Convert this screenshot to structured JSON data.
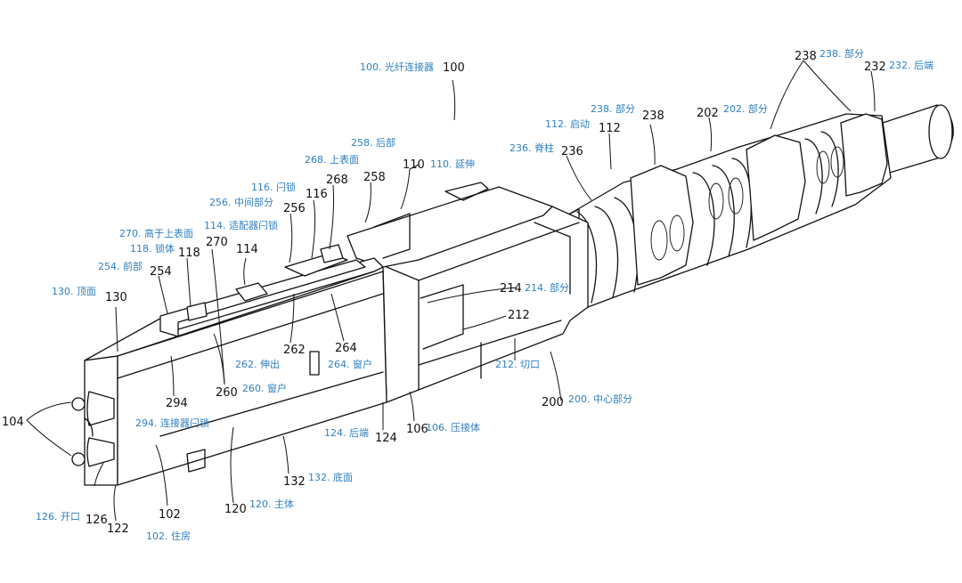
{
  "labels": {
    "l100_cn": "100. 光纤连接器",
    "l100": "100",
    "l258_cn": "258. 后部",
    "l258": "258",
    "l268_cn": "268. 上表面",
    "l268": "268",
    "l110": "110",
    "l110_cn": "110. 延伸",
    "l116_cn": "116. 闩锁",
    "l116": "116",
    "l256_cn": "256. 中间部分",
    "l256": "256",
    "l114_cn": "114. 适配器闩锁",
    "l114": "114",
    "l270_cn": "270. 高于上表面",
    "l270": "270",
    "l118_cn": "118. 锁体",
    "l118": "118",
    "l254_cn": "254. 前部",
    "l254": "254",
    "l130_cn": "130. 顶面",
    "l130": "130",
    "l104": "104",
    "l262": "262",
    "l262_cn": "262. 伸出",
    "l264": "264",
    "l264_cn": "264. 窗户",
    "l260": "260",
    "l260_cn": "260. 窗户",
    "l294": "294",
    "l294_cn": "294. 连接器闩锁",
    "l126_cn": "126. 开口",
    "l126": "126",
    "l122": "122",
    "l102": "102",
    "l102_cn": "102. 住房",
    "l120": "120",
    "l120_cn": "120. 主体",
    "l132": "132",
    "l132_cn": "132. 底面",
    "l124": "124",
    "l124_cn": "124. 后端",
    "l106": "106",
    "l106_cn": "106. 压接体",
    "l214": "214",
    "l214_cn": "214. 部分",
    "l212": "212",
    "l212_cn": "212. 切口",
    "l200": "200",
    "l200_cn": "200. 中心部分",
    "l236_cn": "236. 脊柱",
    "l236": "236",
    "l112_cn": "112. 启动",
    "l112": "112",
    "l238a_cn": "238. 部分",
    "l238a": "238",
    "l202": "202",
    "l202_cn": "202. 部分",
    "l238b": "238",
    "l238b_cn": "238. 部分",
    "l232": "232",
    "l232_cn": "232. 后端"
  }
}
